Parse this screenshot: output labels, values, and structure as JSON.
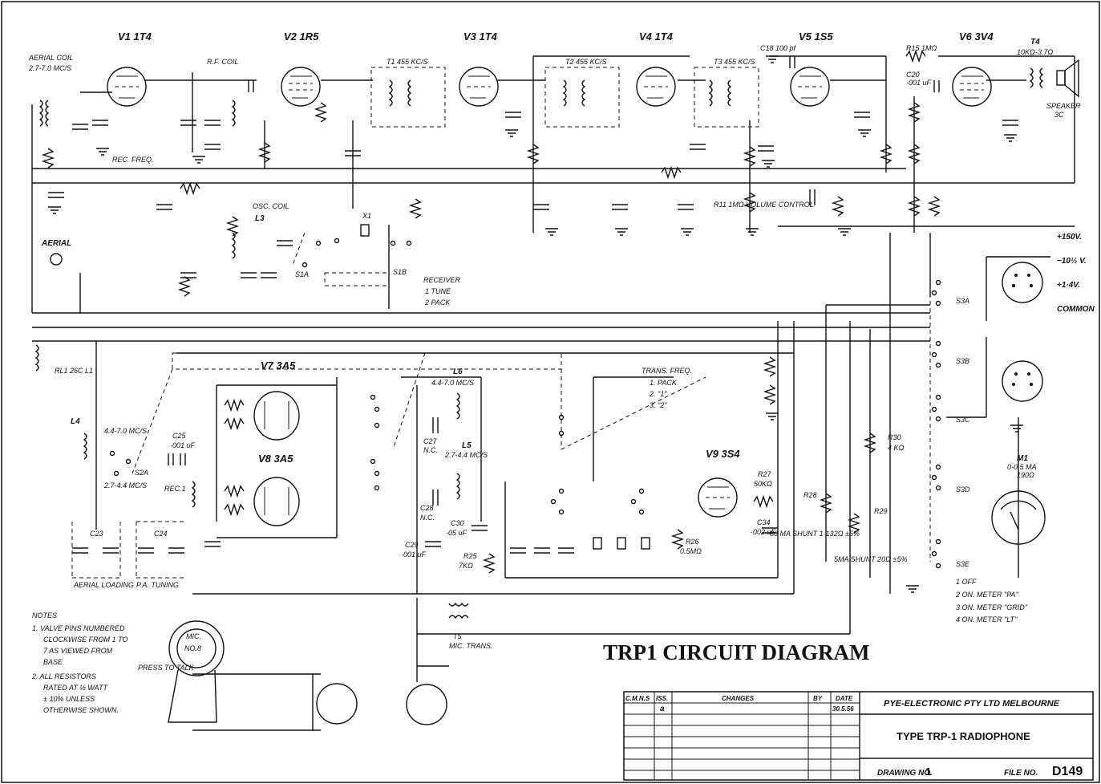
{
  "diagram": {
    "title": "TRP1 CIRCUIT DIAGRAM",
    "tubes": [
      {
        "id": "v1",
        "label": "V1 1T4"
      },
      {
        "id": "v2",
        "label": "V2 1R5"
      },
      {
        "id": "v3",
        "label": "V3 1T4"
      },
      {
        "id": "v4",
        "label": "V4 1T4"
      },
      {
        "id": "v5",
        "label": "V5 1S5"
      },
      {
        "id": "v6",
        "label": "V6 3V4"
      },
      {
        "id": "v7",
        "label": "V7 3A5"
      },
      {
        "id": "v8",
        "label": "V8 3A5"
      },
      {
        "id": "v9",
        "label": "V9 3S4"
      }
    ],
    "labels": {
      "aerial_coil": "AERIAL COIL",
      "aerial_coil_freq": "2.7-7.0 MC/S",
      "rf_coil": "R.F. COIL",
      "t1": "T1 455 KC/S",
      "t2": "T2 455 KC/S",
      "t3": "T3 455 KC/S",
      "t4": "T4",
      "t4_ratio": "10KΩ-3.7Ω",
      "speaker": "SPEAKER",
      "speaker_3c": "3C",
      "c18": "C18 100 pf",
      "r15": "R15 1MΩ",
      "c20": "C20",
      "c20_val": "·001 uF",
      "rec_freq": "REC. FREQ.",
      "osc_coil": "OSC. COIL",
      "l3": "L3",
      "aerial": "AERIAL",
      "receiver": "RECEIVER",
      "receiver_1": "1  TUNE",
      "receiver_2": "2  PACK",
      "x1": "X1",
      "s1a": "S1A",
      "s1b": "S1B",
      "vol_control": "R11 1MΩ VOLUME CONTROL",
      "rl1": "RL1 26C L1",
      "l4": "L4",
      "l4_freq1": "4.4-7.0 MC/S",
      "l4_freq2": "2.7-4.4 MC/S",
      "s2a": "S2A",
      "c25": "C25",
      "c25_val": "·001 uF",
      "rec1": "REC.1",
      "l6": "L6",
      "l6_freq": "4.4-7.0 MC/S",
      "l5": "L5",
      "l5_freq": "2.7-4.4 MC/S",
      "trans_freq": "TRANS. FREQ.",
      "trans_1": "1. PACK",
      "trans_2": "2. \"1\"",
      "trans_3": "3. \"2\"",
      "r27": "R27",
      "r27_val": "50KΩ",
      "c34": "C34",
      "c34_val": "·002 uF",
      "r26": "R26",
      "r26_val": "0.5MΩ",
      "r28": "R28",
      "r28_txt": "80 MA SHUNT 1·132Ω ±5%",
      "r29": "R29",
      "r29_txt": "5MA SHUNT 20Ω ±5%",
      "r30": "R30",
      "r30_val": "4 KΩ",
      "m1": "M1",
      "m1_val": "0-0.5 MA",
      "m1_ohm": "190Ω",
      "plus150": "+150V.",
      "minus10": "−10½ V.",
      "plus14": "+1·4V.",
      "common": "COMMON",
      "s3a": "S3A",
      "s3b": "S3B",
      "s3c": "S3C",
      "s3d": "S3D",
      "s3e": "S3E",
      "meter_1": "1  OFF",
      "meter_2": "2  ON. METER \"PA\"",
      "meter_3": "3  ON. METER \"GRID\"",
      "meter_4": "4  ON. METER \"LT\"",
      "aerial_loading": "AERIAL LOADING",
      "pa_tuning": "P.A. TUNING",
      "c23": "C23",
      "c24": "C24",
      "mic": "MIC.",
      "mic_no": "NO.8",
      "press_to_talk": "PRESS TO TALK",
      "t5": "T5",
      "t5_txt": "MIC. TRANS.",
      "c30": "C30",
      "c30_val": "·05 uF",
      "r25": "R25",
      "r25_val": "7KΩ",
      "c29": "C29",
      "c29_val": "·001 uF",
      "c27": "C27",
      "c27_nc": "N.C.",
      "c28": "C28",
      "c28_nc": "N.C."
    },
    "notes": [
      "NOTES",
      "1. VALVE PINS NUMBERED",
      "CLOCKWISE FROM 1 TO",
      "7 AS VIEWED FROM",
      "BASE",
      "2. ALL RESISTORS",
      "RATED AT ½ WATT",
      "± 10% UNLESS",
      "OTHERWISE SHOWN."
    ]
  },
  "title_block": {
    "col_cmns": "C.M.N.S",
    "col_iss": "ISS.",
    "col_changes": "CHANGES",
    "col_by": "BY",
    "col_date": "DATE",
    "iss_value": "a",
    "date_value": "30.5.56",
    "company": "PYE-ELECTRONIC PTY LTD MELBOURNE",
    "type": "TYPE TRP-1 RADIOPHONE",
    "drawing_label": "DRAWING NO.",
    "drawing_no": "1",
    "file_label": "FILE NO.",
    "file_no": "D149"
  }
}
